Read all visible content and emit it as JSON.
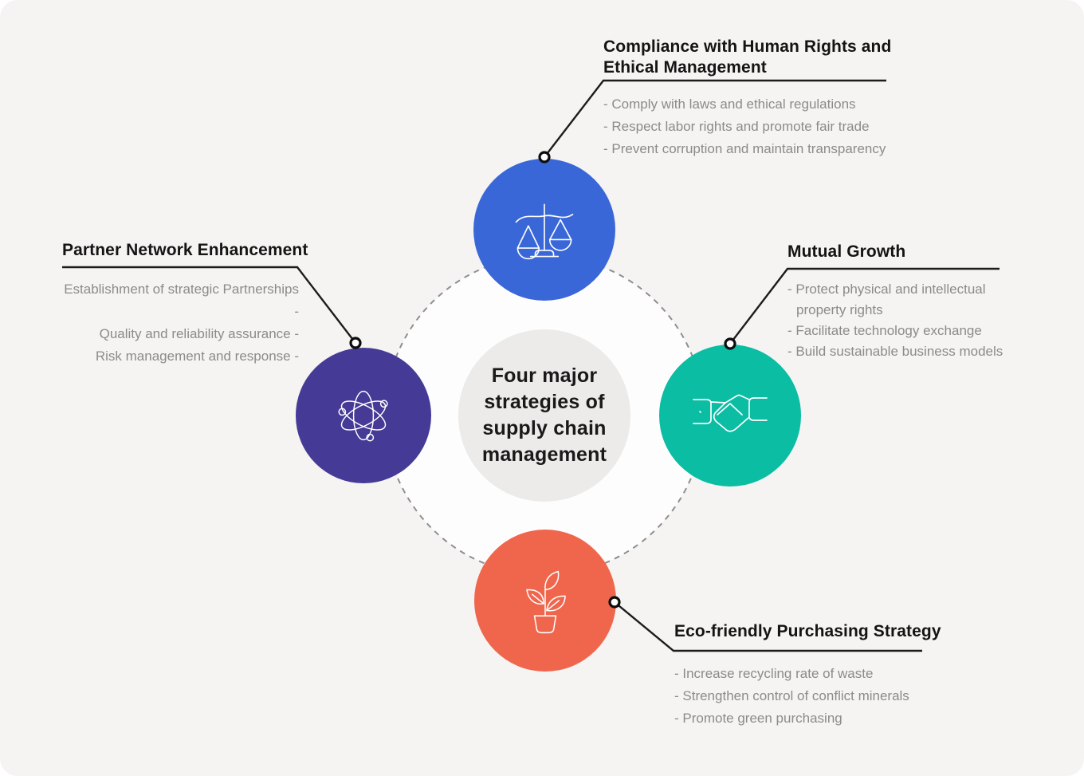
{
  "page": {
    "background": "#ffffff",
    "card_background": "#f5f4f2",
    "inner_circle_fill": "#fdfdfd",
    "dashed_ring_color": "#8f8f8f",
    "leader_line_color": "#1c1c1c"
  },
  "center": {
    "label": "Four major\nstrategies of\nsupply chain\nmanagement",
    "background": "#ecebe9"
  },
  "strategies": [
    {
      "id": "compliance",
      "title": "Compliance with Human Rights and\nEthical Management",
      "color": "#3a67d8",
      "icon": "scales-icon",
      "bullets": [
        "- Comply with laws and ethical regulations",
        "- Respect labor rights and promote fair trade",
        "- Prevent corruption and maintain transparency"
      ]
    },
    {
      "id": "partner-network",
      "title": "Partner Network Enhancement",
      "color": "#453a96",
      "icon": "atom-icon",
      "bullets": [
        "Establishment of strategic Partnerships -",
        "Quality and reliability assurance -",
        "Risk management and response -"
      ]
    },
    {
      "id": "mutual-growth",
      "title": "Mutual Growth",
      "color": "#0abda3",
      "icon": "handshake-icon",
      "bullets": [
        "- Protect physical and intellectual\nproperty rights",
        "- Facilitate technology exchange",
        "- Build sustainable business models"
      ]
    },
    {
      "id": "eco-friendly",
      "title": "Eco-friendly Purchasing Strategy",
      "color": "#ef664d",
      "icon": "plant-icon",
      "bullets": [
        "- Increase recycling rate of waste",
        "- Strengthen control of conflict minerals",
        "- Promote green purchasing"
      ]
    }
  ]
}
